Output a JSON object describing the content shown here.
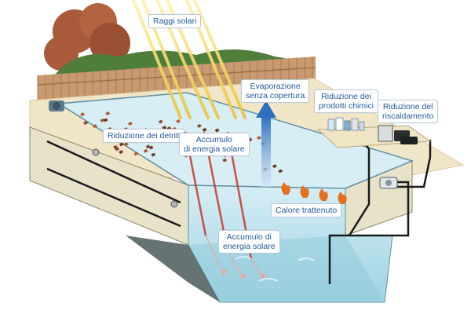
{
  "labels": {
    "solar_rays": "Raggi solari",
    "evaporation_line1": "Evaporazione",
    "evaporation_line2": "senza copertura",
    "chem_line1": "Riduzione dei",
    "chem_line2": "prodotti chimici",
    "heating_line1": "Riduzione del",
    "heating_line2": "riscaldamento",
    "debris": "Riduzione dei detriti",
    "solar_accum_top_line1": "Accumulo",
    "solar_accum_top_line2": "di energia solare",
    "heat_retained": "Calore trattenuto",
    "solar_accum_bottom_line1": "Accumulo di",
    "solar_accum_bottom_line2": "energia solare"
  },
  "colors": {
    "water": "#bfe3ee",
    "pool_cover": "#d8eef5",
    "deck": "#f2e6c8",
    "fence": "#c99a70",
    "tree": "#a85a3a",
    "hedge": "#4f7d3a",
    "pool_wall": "#e8e2c9",
    "label_text": "#1f5a9c",
    "sun_ray": "#e8c43a",
    "evaporation_arrow": "#3a78c2",
    "heat_flame": "#e2711d"
  }
}
